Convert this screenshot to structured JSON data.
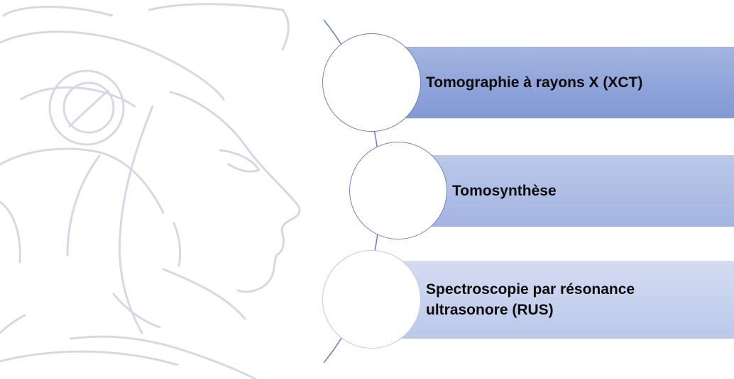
{
  "steps": [
    {
      "label": "Tomographie à rayons X (XCT)"
    },
    {
      "label": "Tomosynthèse"
    },
    {
      "label": "Spectroscopie par résonance ultrasonore (RUS)"
    }
  ],
  "colors": {
    "accent_dark": "#8fa4da",
    "accent_mid": "#aebde5",
    "accent_light": "#c6d1ed",
    "connector": "#6f84c6",
    "watermark": "#d6d8e6"
  },
  "watermark": {
    "icon": "profile-head-watermark-icon"
  }
}
